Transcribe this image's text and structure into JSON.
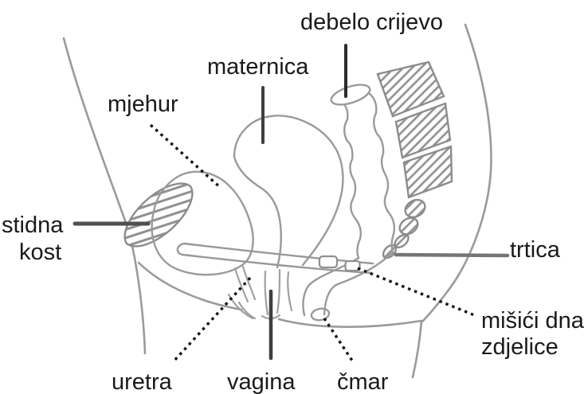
{
  "diagram": {
    "kind": "anatomical cross-section drawing",
    "labels": {
      "debelo_crijevo": "debelo crijevo",
      "maternica": "maternica",
      "mjehur": "mjehur",
      "stidna_kost": {
        "line1": "stidna",
        "line2": "kost"
      },
      "trtica": "trtica",
      "misici_dna_zdjelice": {
        "line1": "mišići dna",
        "line2": "zdjelice"
      },
      "uretra": "uretra",
      "vagina": "vagina",
      "cmar": "čmar"
    },
    "colors": {
      "background": "#ffffff",
      "text": "#1a1a1a",
      "drawing_outline": "#9a9a9a",
      "bone_outline": "#8c8c8c",
      "leader_solid_dark": "#3f3f3f",
      "leader_solid_gray": "#757575",
      "leader_dashed": "#151515"
    }
  }
}
